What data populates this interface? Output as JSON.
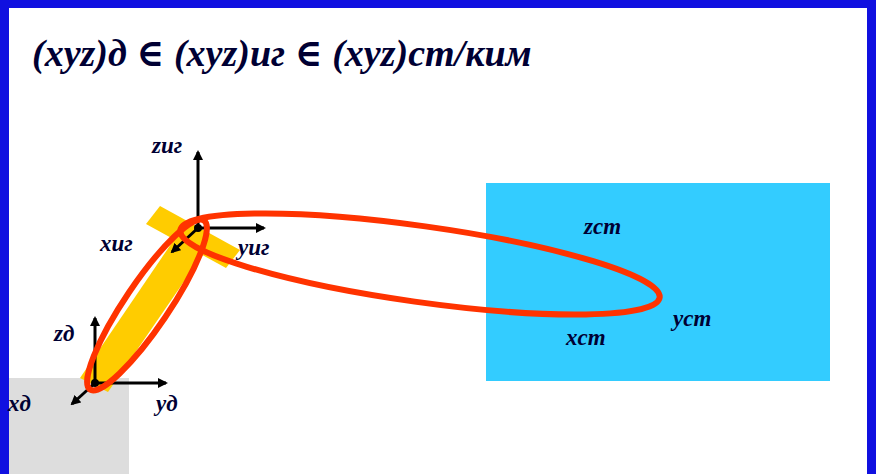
{
  "diagram": {
    "title": "(xyz)д ∈ (xyz)иг ∈ (xyz)ст/ким",
    "nodes": [
      {
        "text": [
          "zст",
          "xст",
          "yст"
        ]
      }
    ],
    "labels": [
      "zиг",
      "xиг",
      "yиг",
      "zд",
      "xд",
      "yд"
    ]
  }
}
